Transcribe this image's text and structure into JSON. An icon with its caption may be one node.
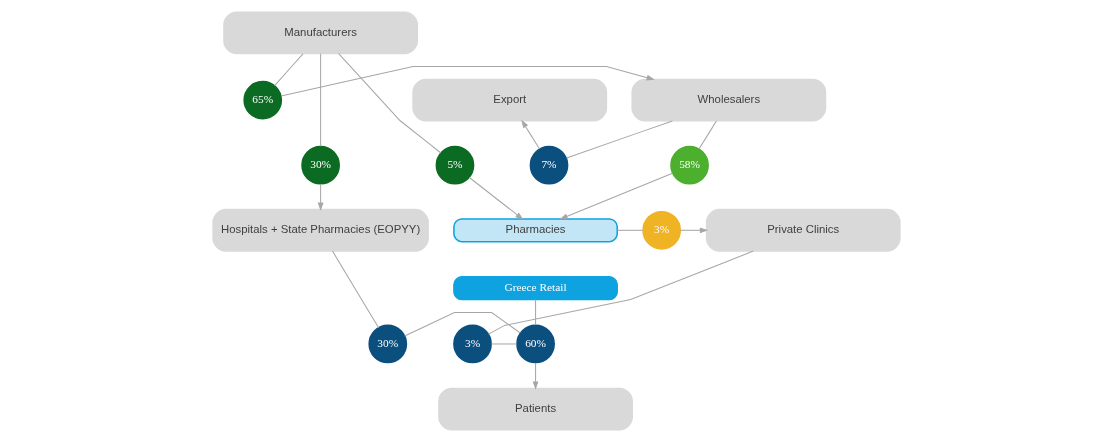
{
  "diagram": {
    "nodes": [
      {
        "text": [
          "Manufacturers"
        ]
      },
      {
        "text": [
          "Wholesalers"
        ]
      },
      {
        "text": [
          "65%"
        ]
      },
      {
        "text": [
          "Export"
        ]
      },
      {
        "text": [
          "30%"
        ]
      },
      {
        "text": [
          "5%"
        ]
      },
      {
        "text": [
          "58%"
        ]
      },
      {
        "text": [
          "7%"
        ]
      },
      {
        "text": [
          "Hospitals + State Pharmacies (EOPYY)"
        ]
      },
      {
        "text": [
          "Pharmacies"
        ]
      },
      {
        "text": [
          "Greece Retail"
        ]
      },
      {
        "text": [
          "3%"
        ]
      },
      {
        "text": [
          "Private Clinics"
        ]
      },
      {
        "text": [
          "30%"
        ]
      },
      {
        "text": [
          "60%"
        ]
      },
      {
        "text": [
          "3%"
        ]
      },
      {
        "text": [
          "Patients"
        ]
      }
    ],
    "edges": [
      {
        "from": 0,
        "to": 2,
        "arrow": "none"
      },
      {
        "from": 2,
        "to": 1,
        "arrow": "to"
      },
      {
        "from": 0,
        "to": 5,
        "arrow": "none"
      },
      {
        "from": 0,
        "to": 4,
        "arrow": "none"
      },
      {
        "from": 4,
        "to": 8,
        "arrow": "to"
      },
      {
        "from": 5,
        "to": 9,
        "arrow": "to"
      },
      {
        "from": 1,
        "to": 6,
        "arrow": "none"
      },
      {
        "from": 6,
        "to": 9,
        "arrow": "to"
      },
      {
        "from": 1,
        "to": 7,
        "arrow": "none"
      },
      {
        "from": 7,
        "to": 3,
        "arrow": "to"
      },
      {
        "from": 9,
        "to": 11,
        "arrow": "none"
      },
      {
        "from": 11,
        "to": 12,
        "arrow": "to"
      },
      {
        "from": 8,
        "to": 13,
        "arrow": "none"
      },
      {
        "from": 13,
        "to": 14,
        "arrow": "none"
      },
      {
        "from": 10,
        "to": 14,
        "arrow": "none"
      },
      {
        "from": 12,
        "to": 15,
        "arrow": "none"
      },
      {
        "from": 15,
        "to": 14,
        "arrow": "none"
      },
      {
        "from": 14,
        "to": 16,
        "arrow": "to"
      }
    ]
  }
}
